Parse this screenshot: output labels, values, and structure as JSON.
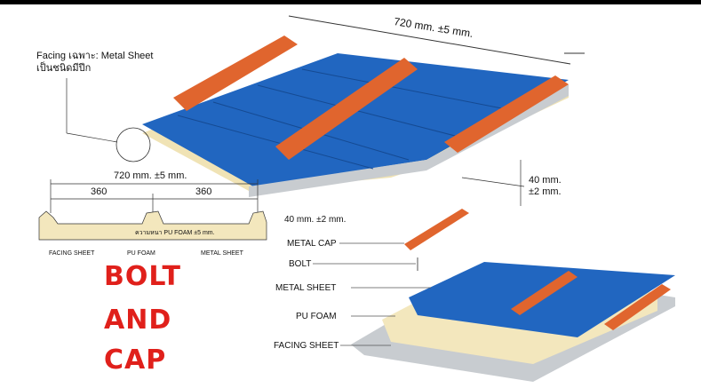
{
  "facing_note": {
    "line1": "Facing เฉพาะ: Metal Sheet",
    "line2": "เป็นชนิดมีปีก"
  },
  "top_panel": {
    "width_label": "720 mm. ±5 mm.",
    "thickness_label1": "40 mm.",
    "thickness_label2": "±2 mm."
  },
  "section": {
    "total_width": "720 mm. ±5 mm.",
    "half_left": "360",
    "half_right": "360",
    "thickness": "40 mm. ±2 mm.",
    "foam_note": "ความหนา PU FOAM ±5 mm.",
    "labels": [
      "FACING SHEET",
      "PU FOAM",
      "METAL SHEET"
    ]
  },
  "exploded": {
    "labels": [
      "METAL CAP",
      "BOLT",
      "METAL SHEET",
      "PU FOAM",
      "FACING SHEET"
    ]
  },
  "title_words": [
    "BOLT",
    "AND",
    "CAP"
  ],
  "colors": {
    "blue": "#1f5fb8",
    "cap": "#e0652e",
    "foam": "#f3e7bd",
    "title": "#e0201b"
  }
}
